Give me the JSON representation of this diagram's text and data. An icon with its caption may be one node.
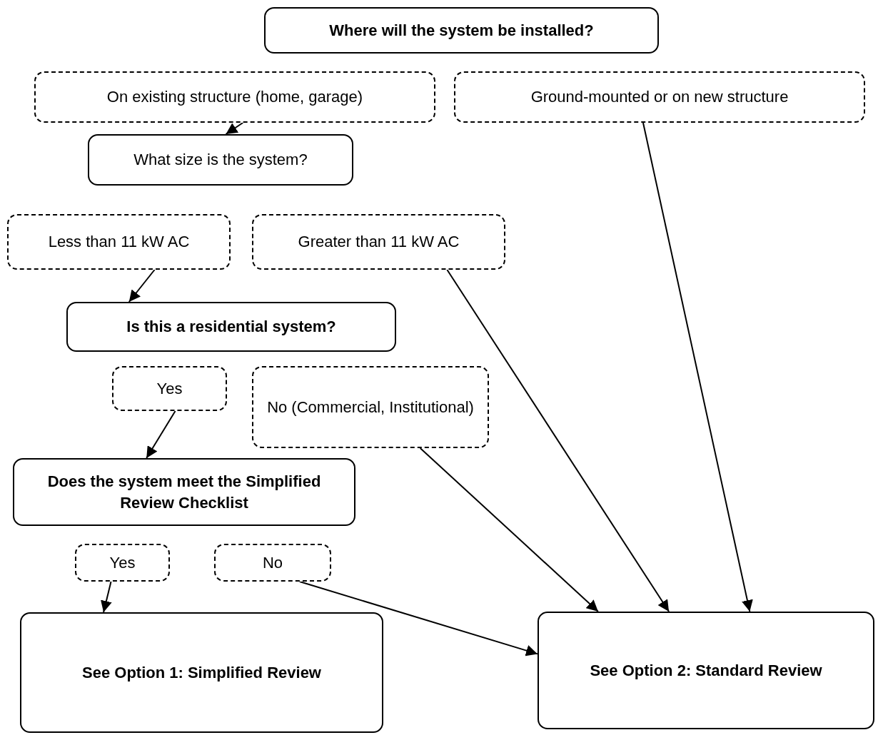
{
  "diagram": {
    "nodes": [
      {
        "text": [
          "Where will the system be installed?"
        ]
      },
      {
        "text": [
          "On existing structure (home, garage)"
        ]
      },
      {
        "text": [
          "Ground-mounted or on new structure"
        ]
      },
      {
        "text": [
          "What size is the system?"
        ]
      },
      {
        "text": [
          "Less than 11 kW AC"
        ]
      },
      {
        "text": [
          "Greater than 11 kW AC"
        ]
      },
      {
        "text": [
          "Is this a residential system?"
        ]
      },
      {
        "text": [
          "Yes"
        ]
      },
      {
        "text": [
          "No (Commercial, Institutional)"
        ]
      },
      {
        "text": [
          "Does the system meet the Simplified Review Checklist"
        ]
      },
      {
        "text": [
          "Yes"
        ]
      },
      {
        "text": [
          "No"
        ]
      },
      {
        "text": [
          "See Option 1: Simplified Review"
        ]
      },
      {
        "text": [
          "See Option 2: Standard Review"
        ]
      }
    ],
    "edges": [
      {
        "from": 1,
        "to": 3,
        "arrow": "to"
      },
      {
        "from": 4,
        "to": 6,
        "arrow": "to"
      },
      {
        "from": 7,
        "to": 9,
        "arrow": "to"
      },
      {
        "from": 10,
        "to": 12,
        "arrow": "to"
      },
      {
        "from": 11,
        "to": 13,
        "arrow": "to"
      },
      {
        "from": 8,
        "to": 13,
        "arrow": "to"
      },
      {
        "from": 5,
        "to": 13,
        "arrow": "to"
      },
      {
        "from": 2,
        "to": 13,
        "arrow": "to"
      }
    ]
  }
}
